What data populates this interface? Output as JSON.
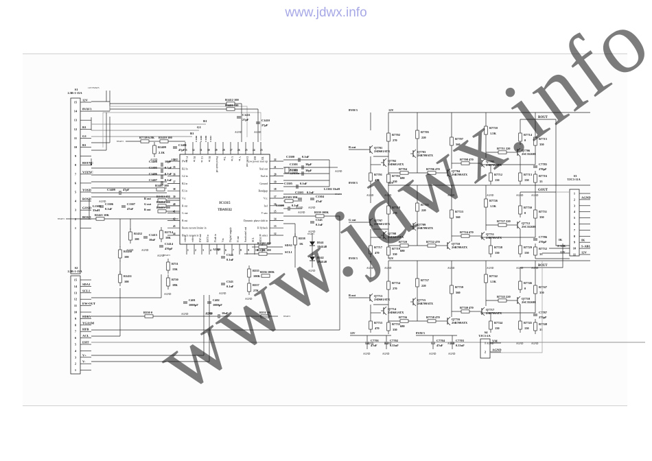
{
  "header": {
    "site": "www.jdwx.info"
  },
  "watermark": {
    "text": "www.jdwx.info",
    "color": "#f0a0a0"
  },
  "colors": {
    "wire": "#222222",
    "bus": "#999999",
    "ground_label": "#666666"
  },
  "ic": {
    "ref": "IC1315",
    "part": "TDA9332",
    "top_pins": [
      {
        "num": "33",
        "name": "P1 in"
      },
      {
        "num": "32",
        "name": "B1 in"
      },
      {
        "num": "31",
        "name": "G1 in"
      },
      {
        "num": "30",
        "name": "R1 in"
      },
      {
        "num": "29",
        "name": "Fixed mode off"
      },
      {
        "num": "28",
        "name": "T in"
      },
      {
        "num": "27",
        "name": "U in"
      },
      {
        "num": "26",
        "name": "V in"
      },
      {
        "num": "25",
        "name": "D/AC out"
      },
      {
        "num": "24",
        "name": "RD"
      },
      {
        "num": "23",
        "name": "TD"
      }
    ],
    "left_pins": [
      {
        "num": "34",
        "name": "PWL"
      },
      {
        "num": "35",
        "name": "B2 In"
      },
      {
        "num": "36",
        "name": "G2 in"
      },
      {
        "num": "37",
        "name": "R2 in"
      },
      {
        "num": "38",
        "name": "P2 in"
      },
      {
        "num": "39",
        "name": "Vcc"
      },
      {
        "num": "40",
        "name": "R out"
      },
      {
        "num": "41",
        "name": "G out"
      },
      {
        "num": "42",
        "name": "B out"
      },
      {
        "num": "43",
        "name": "Beam current limiter in"
      },
      {
        "num": "44",
        "name": "Black current in"
      }
    ],
    "right_pins": [
      {
        "num": "22",
        "name": "Low power start up"
      },
      {
        "num": "21",
        "name": "Xtal out"
      },
      {
        "num": "20",
        "name": "Xtal in"
      },
      {
        "num": "19",
        "name": "Ground"
      },
      {
        "num": "18",
        "name": "Bandgap"
      },
      {
        "num": "17",
        "name": "Vcc"
      },
      {
        "num": "16",
        "name": "Iref"
      },
      {
        "num": "15",
        "name": "V saw"
      },
      {
        "num": "14",
        "name": "Dynamic phase shift in"
      },
      {
        "num": "13",
        "name": "H flyback"
      },
      {
        "num": "12",
        "name": "H select"
      }
    ],
    "bottom_pins": [
      {
        "num": "1",
        "name": "vdrive"
      },
      {
        "num": "2",
        "name": "vdrive"
      },
      {
        "num": "3",
        "name": "EW out"
      },
      {
        "num": "4",
        "name": "EHT in"
      },
      {
        "num": "5",
        "name": "Flash in"
      },
      {
        "num": "6",
        "name": "Vss"
      },
      {
        "num": "7",
        "name": "Digital supply"
      },
      {
        "num": "8",
        "name": "H out"
      },
      {
        "num": "9",
        "name": "Sandcastel out"
      },
      {
        "num": "10",
        "name": "SCL"
      },
      {
        "num": "11",
        "name": "SDA"
      }
    ]
  },
  "connectors": {
    "s1": {
      "ref": "S1",
      "part": "2.5B-1-15A",
      "supply": "12V 8VAV3",
      "pins": [
        {
          "num": "15",
          "label": "12V"
        },
        {
          "num": "14",
          "label": "8VAV3"
        },
        {
          "num": "13",
          "label": ""
        },
        {
          "num": "12",
          "label": "R1"
        },
        {
          "num": "11",
          "label": "G1"
        },
        {
          "num": "10",
          "label": "B1"
        },
        {
          "num": "9",
          "label": ""
        },
        {
          "num": "8",
          "label": "HSYNC"
        },
        {
          "num": "7",
          "label": "VSYNC"
        },
        {
          "num": "6",
          "label": ""
        },
        {
          "num": "5",
          "label": "YOSD"
        },
        {
          "num": "4",
          "label": "ROSD"
        },
        {
          "num": "3",
          "label": "GOSD"
        },
        {
          "num": "2",
          "label": "BOSD"
        },
        {
          "num": "1",
          "label": ""
        }
      ]
    },
    "s2": {
      "ref": "S2",
      "part": "2.5B-1-15A",
      "pins": [
        {
          "num": "15",
          "label": ""
        },
        {
          "num": "14",
          "label": "SDA1"
        },
        {
          "num": "13",
          "label": "SCL1"
        },
        {
          "num": "12",
          "label": ""
        },
        {
          "num": "11",
          "label": "EW-OUT"
        },
        {
          "num": "10",
          "label": ""
        },
        {
          "num": "9",
          "label": "HDRV"
        },
        {
          "num": "8",
          "label": "YGASM"
        },
        {
          "num": "7",
          "label": "HFB"
        },
        {
          "num": "6",
          "label": "ACL"
        },
        {
          "num": "5",
          "label": "EHT"
        },
        {
          "num": "4",
          "label": ""
        },
        {
          "num": "3",
          "label": "V+"
        },
        {
          "num": "2",
          "label": "V-"
        },
        {
          "num": "1",
          "label": ""
        }
      ]
    },
    "s3": {
      "ref": "S3",
      "part": "TJC3-11A",
      "pins": [
        {
          "num": "1",
          "label": ""
        },
        {
          "num": "2",
          "label": "AGND"
        },
        {
          "num": "3",
          "label": ""
        },
        {
          "num": "4",
          "label": ""
        },
        {
          "num": "5",
          "label": ""
        },
        {
          "num": "6",
          "label": ""
        },
        {
          "num": "7",
          "label": ""
        },
        {
          "num": "8",
          "label": ""
        },
        {
          "num": "9",
          "label": "IK"
        },
        {
          "num": "10",
          "label": "S-ABL"
        },
        {
          "num": "11",
          "label": "12V"
        }
      ]
    },
    "s4": {
      "ref": "S4",
      "part": "TJC3-2A",
      "pins": [
        {
          "num": "1",
          "label": "VM"
        },
        {
          "num": "2",
          "label": "AGND"
        }
      ]
    }
  },
  "left_components": [
    {
      "ref": "R7749",
      "value": "6.8K"
    },
    {
      "ref": "R1410",
      "value": "100"
    },
    {
      "ref": "R1409",
      "value": "2.1K"
    },
    {
      "ref": "C1401",
      "value": "47pF"
    },
    {
      "ref": "C1408",
      "value": "10pF"
    },
    {
      "ref": "C1405",
      "value": "0.1uF"
    },
    {
      "ref": "C1406",
      "value": "0.1uF"
    },
    {
      "ref": "C1407",
      "value": "0.1uF"
    },
    {
      "ref": "R1407",
      "value": "100"
    },
    {
      "ref": "C1409",
      "value": "47pF"
    },
    {
      "ref": "C1306",
      "value": "0.1uF"
    },
    {
      "ref": "C1307",
      "value": "47uF"
    },
    {
      "ref": "L1300",
      "value": "33uH"
    },
    {
      "ref": "R1413",
      "value": "100"
    },
    {
      "ref": "R1414",
      "value": "100"
    },
    {
      "ref": "R1415",
      "value": "100"
    },
    {
      "ref": "R1421",
      "value": "10K"
    },
    {
      "ref": "R1432",
      "value": "100"
    },
    {
      "ref": "C1415",
      "value": "10uF"
    },
    {
      "ref": "R1714",
      "value": "10K"
    },
    {
      "ref": "C1414",
      "value": "470pF"
    },
    {
      "ref": "R1430",
      "value": "100"
    },
    {
      "ref": "R1431",
      "value": "100"
    },
    {
      "ref": "R1412",
      "value": "100"
    },
    {
      "ref": "R1411",
      "value": "100"
    },
    {
      "ref": "C1411",
      "value": "27pF"
    },
    {
      "ref": "C1410",
      "value": "27pF"
    }
  ],
  "net_labels": {
    "r_out": "R out",
    "g_out": "G out",
    "b_out": "B out",
    "r1": "R1",
    "g1": "G1",
    "b1": "B1",
    "agnd": "AGND",
    "vav3": "8VAV3",
    "v12": "12V",
    "rout": "ROUT",
    "gout": "GOUT",
    "bout": "BOUT",
    "sda": "SDA1",
    "scl": "SCL1"
  },
  "right_ic_components": [
    {
      "ref": "C1300",
      "value": "0.1uF"
    },
    {
      "ref": "X1301",
      "value": "12MHz"
    },
    {
      "ref": "C1301",
      "value": "30pF"
    },
    {
      "ref": "C1302",
      "value": "30pF"
    },
    {
      "ref": "C1305",
      "value": "0.1uF"
    },
    {
      "ref": "C1303",
      "value": "0.1uF"
    },
    {
      "ref": "L1302",
      "value": "33uH"
    },
    {
      "ref": "C1304",
      "value": "47uF"
    },
    {
      "ref": "R1303",
      "value": "39K"
    },
    {
      "ref": "C1309",
      "value": "0.1uF"
    },
    {
      "ref": "R559",
      "value": "100K"
    },
    {
      "ref": "C545",
      "value": "0.1uF"
    },
    {
      "ref": "R558",
      "value": "1K"
    },
    {
      "ref": "D541",
      "value": "1N4148"
    },
    {
      "ref": "D542",
      "value": "1N4148"
    },
    {
      "ref": "R1302",
      "value": "100"
    },
    {
      "ref": "R1301",
      "value": "100"
    }
  ],
  "bottom_components": [
    {
      "ref": "R751",
      "value": "15K"
    },
    {
      "ref": "R750",
      "value": "18K"
    },
    {
      "ref": "C401",
      "value": "1000pF"
    },
    {
      "ref": "C402",
      "value": "1000pF"
    },
    {
      "ref": "C544",
      "value": "0.1uF"
    },
    {
      "ref": "C543",
      "value": "0.1uF"
    },
    {
      "ref": "A3280",
      "value": ""
    },
    {
      "ref": "R555",
      "value": "100K"
    },
    {
      "ref": "R556",
      "value": "100K"
    },
    {
      "ref": "R557",
      "value": "27K"
    },
    {
      "ref": "C506",
      "value": "10uF"
    },
    {
      "ref": "R551",
      "value": "1K"
    },
    {
      "ref": "R550",
      "value": "0"
    }
  ],
  "amp_channels": [
    {
      "input": "R out",
      "output": "ROUT",
      "parts": [
        {
          "ref": "Q7701",
          "value": "2SD601ATX"
        },
        {
          "ref": "Q7702",
          "value": "2SD601ATX"
        },
        {
          "ref": "Q7703",
          "value": "2SB709ATX"
        },
        {
          "ref": "Q7704",
          "value": "2SB709ATX"
        },
        {
          "ref": "Q7705",
          "value": "2SB709ATX"
        },
        {
          "ref": "Q7706",
          "value": "2SC3526H"
        },
        {
          "ref": "R7701",
          "value": "470"
        },
        {
          "ref": "R7702",
          "value": "270"
        },
        {
          "ref": "R7703",
          "value": "330"
        },
        {
          "ref": "R7704",
          "value": "680"
        },
        {
          "ref": "R7705",
          "value": "220"
        },
        {
          "ref": "R7706",
          "value": "470"
        },
        {
          "ref": "R7707",
          "value": "560"
        },
        {
          "ref": "R7708",
          "value": "470"
        },
        {
          "ref": "R7710",
          "value": "1.5K"
        },
        {
          "ref": "R7711",
          "value": "220"
        },
        {
          "ref": "R7712",
          "value": "150"
        },
        {
          "ref": "R7713",
          "value": "150"
        },
        {
          "ref": "R7714",
          "value": "0"
        },
        {
          "ref": "R7715",
          "value": "350"
        },
        {
          "ref": "R7716",
          "value": "33"
        },
        {
          "ref": "C7785",
          "value": "270pF"
        }
      ]
    },
    {
      "input": "G out",
      "output": "GOUT",
      "parts": [
        {
          "ref": "Q7707",
          "value": "2SD601ATX"
        },
        {
          "ref": "Q7708",
          "value": "2SD601ATX"
        },
        {
          "ref": "Q7709",
          "value": "2SB709ATX"
        },
        {
          "ref": "Q7710",
          "value": "2SB709ATX"
        },
        {
          "ref": "Q7711",
          "value": "2SB709ATX"
        },
        {
          "ref": "Q7712",
          "value": "2SC3526H"
        },
        {
          "ref": "R7717",
          "value": "470"
        },
        {
          "ref": "R7718",
          "value": "270"
        },
        {
          "ref": "R7719",
          "value": "330"
        },
        {
          "ref": "R7720",
          "value": "680"
        },
        {
          "ref": "R7721",
          "value": "220"
        },
        {
          "ref": "R7722",
          "value": "470"
        },
        {
          "ref": "R7723",
          "value": "560"
        },
        {
          "ref": "R7724",
          "value": "470"
        },
        {
          "ref": "R7726",
          "value": "1.5K"
        },
        {
          "ref": "R7727",
          "value": "220"
        },
        {
          "ref": "R7728",
          "value": "150"
        },
        {
          "ref": "R7729",
          "value": "150"
        },
        {
          "ref": "R7730",
          "value": "0"
        },
        {
          "ref": "R7731",
          "value": "350"
        },
        {
          "ref": "R7732",
          "value": "33"
        },
        {
          "ref": "C7786",
          "value": "270pF"
        }
      ]
    },
    {
      "input": "B out",
      "output": "BOUT",
      "parts": [
        {
          "ref": "Q7713",
          "value": "2SD601ATX"
        },
        {
          "ref": "Q7714",
          "value": "2SD601ATX"
        },
        {
          "ref": "Q7715",
          "value": "2SB709ATX"
        },
        {
          "ref": "Q7716",
          "value": "2SB709ATX"
        },
        {
          "ref": "Q7717",
          "value": "2SB709ATX"
        },
        {
          "ref": "Q7718",
          "value": "2SC3526H"
        },
        {
          "ref": "R7733",
          "value": "470"
        },
        {
          "ref": "R7734",
          "value": "270"
        },
        {
          "ref": "R7735",
          "value": "330"
        },
        {
          "ref": "R7736",
          "value": "680"
        },
        {
          "ref": "R7737",
          "value": "220"
        },
        {
          "ref": "R7738",
          "value": "470"
        },
        {
          "ref": "R7739",
          "value": "560"
        },
        {
          "ref": "R7740",
          "value": "470"
        },
        {
          "ref": "R7742",
          "value": "1.5K"
        },
        {
          "ref": "R7743",
          "value": "220"
        },
        {
          "ref": "R7744",
          "value": "150"
        },
        {
          "ref": "R7745",
          "value": "150"
        },
        {
          "ref": "R7746",
          "value": "0"
        },
        {
          "ref": "R7747",
          "value": "350"
        },
        {
          "ref": "R7748",
          "value": "33"
        },
        {
          "ref": "C7787",
          "value": "270pF"
        }
      ]
    }
  ],
  "decoupling": [
    {
      "rail": "12V",
      "parts": [
        {
          "ref": "C7701",
          "value": "47uF"
        },
        {
          "ref": "C7702",
          "value": "0.33uF"
        }
      ]
    },
    {
      "rail": "8VAV3",
      "parts": [
        {
          "ref": "C7704",
          "value": "47uF"
        },
        {
          "ref": "C7703",
          "value": "0.33uF"
        }
      ]
    }
  ]
}
